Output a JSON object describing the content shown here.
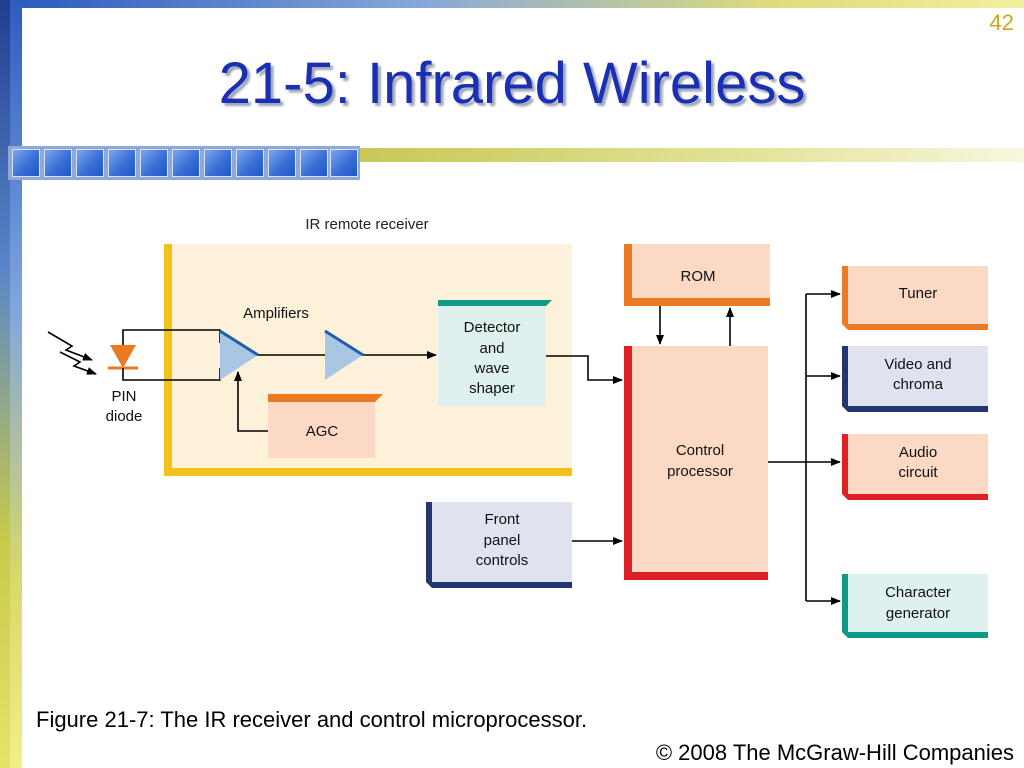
{
  "slide": {
    "number": "42",
    "title": "21-5: Infrared Wireless",
    "caption": "Figure 21-7: The IR receiver and control microprocessor.",
    "copyright": "© 2008 The McGraw-Hill Companies"
  },
  "diagram": {
    "receiver_label": "IR remote receiver",
    "amplifiers_label": "Amplifiers",
    "pin_label": [
      "PIN",
      "diode"
    ],
    "agc": "AGC",
    "detector": [
      "Detector",
      "and",
      "wave",
      "shaper"
    ],
    "rom": "ROM",
    "control": [
      "Control",
      "processor"
    ],
    "front_panel": [
      "Front",
      "panel",
      "controls"
    ],
    "tuner": "Tuner",
    "video": [
      "Video and",
      "chroma"
    ],
    "audio": [
      "Audio",
      "circuit"
    ],
    "character": [
      "Character",
      "generator"
    ]
  },
  "colors": {
    "title": "#1a2fb3",
    "receiver_border": "#f2c21b",
    "receiver_fill": "#fdf2d9",
    "box_fill": "#fcd9c5",
    "orange_edge": "#ec7a22",
    "red_edge": "#dd1f26",
    "navy_edge": "#24366f",
    "teal_edge": "#0e9b86",
    "light_box": "#e0e2ef",
    "teal_box": "#dff1ef",
    "triangle": "#a9c6e4"
  }
}
